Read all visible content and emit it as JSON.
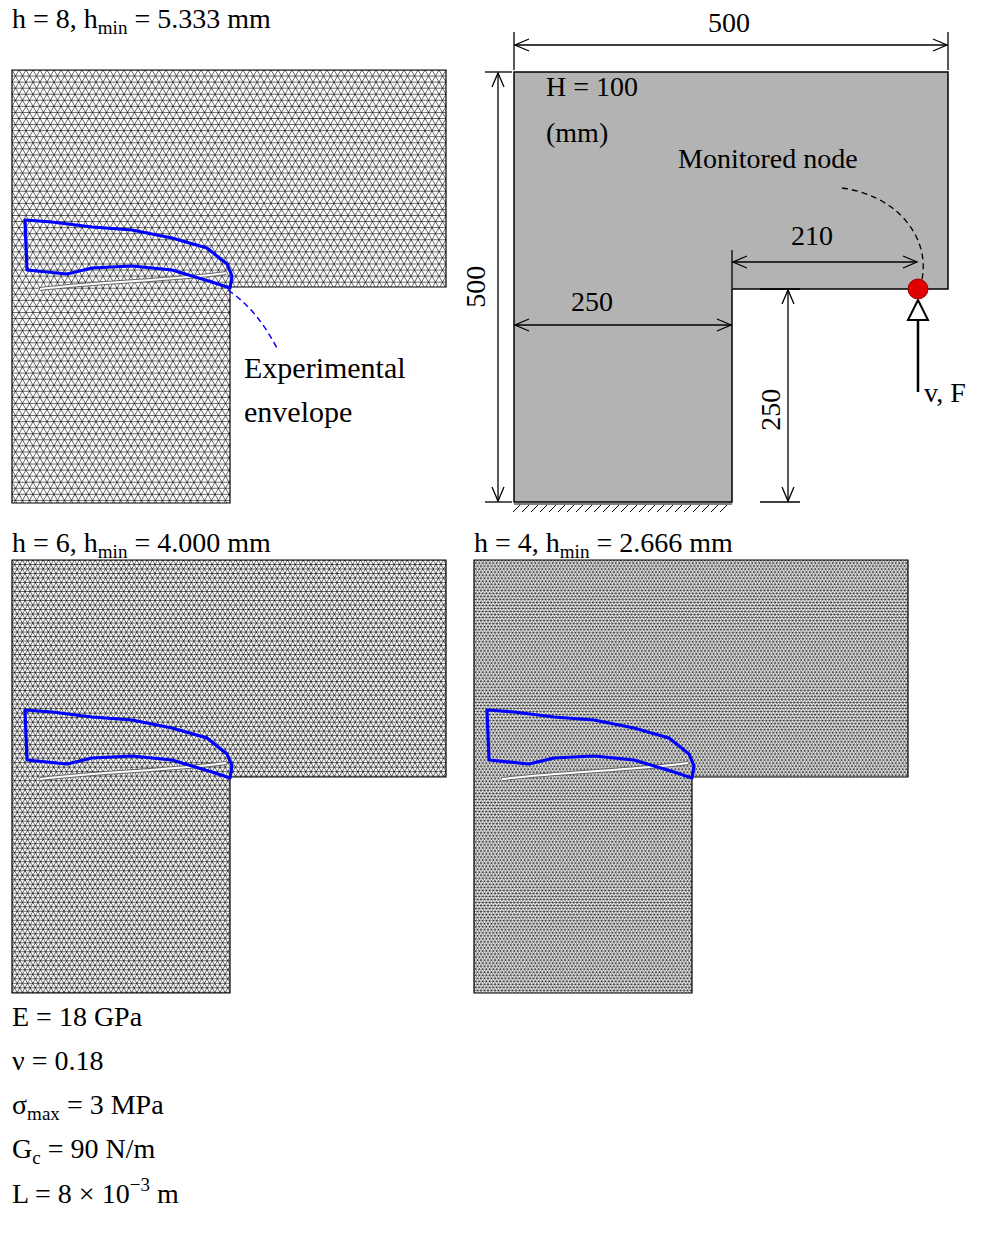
{
  "diagram": {
    "labels": [
      "h = 8, h",
      "min",
      "= 5.333 mm",
      "500",
      "H = 100",
      "(mm)",
      "Monitored node",
      "210",
      "500",
      "250",
      "250",
      "v, F",
      "Experimental envelope",
      "h = 6, h",
      "min",
      "= 4.000 mm",
      "h = 4, h",
      "min",
      "= 2.666 mm",
      "E = 18 GPa",
      "ν = 0.18",
      "σ",
      "max",
      "= 3 MPa",
      "G",
      "c",
      "= 90 N/m",
      "L = 8 × 10",
      "−3",
      "m"
    ]
  }
}
